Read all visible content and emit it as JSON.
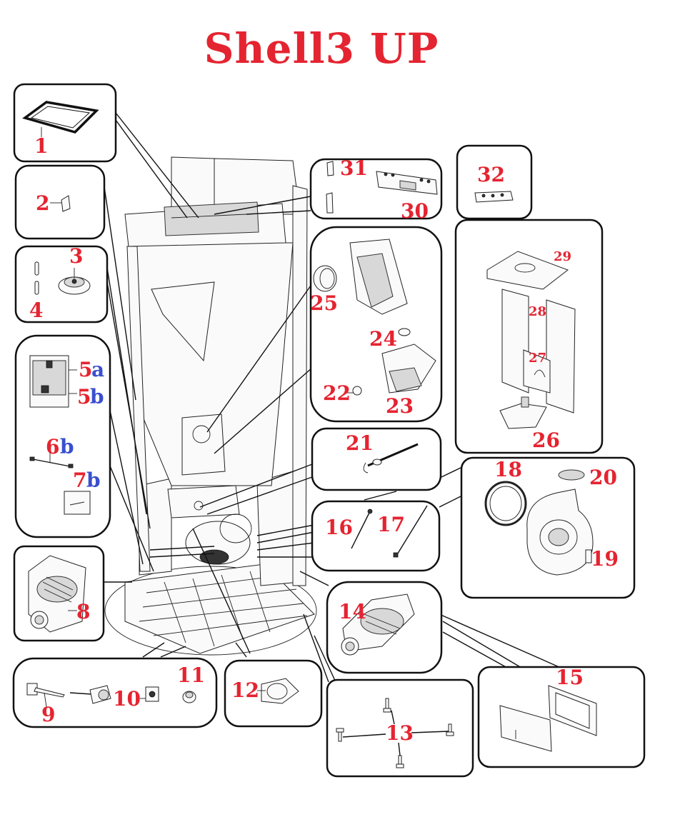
{
  "title": "Shell3 UP",
  "colors": {
    "label_red": "#e52431",
    "label_blue": "#3a4fcf",
    "line": "#111111"
  },
  "labels": {
    "l1": "1",
    "l2": "2",
    "l3": "3",
    "l4": "4",
    "l5a_num": "5",
    "l5a_suf": "a",
    "l5b_num": "5",
    "l5b_suf": "b",
    "l6b_num": "6",
    "l6b_suf": "b",
    "l7b_num": "7",
    "l7b_suf": "b",
    "l8": "8",
    "l9": "9",
    "l10": "10",
    "l11": "11",
    "l12": "12",
    "l13": "13",
    "l14": "14",
    "l15": "15",
    "l16": "16",
    "l17": "17",
    "l18": "18",
    "l19": "19",
    "l20": "20",
    "l21": "21",
    "l22": "22",
    "l23": "23",
    "l24": "24",
    "l25": "25",
    "l26": "26",
    "l27": "27",
    "l28": "28",
    "l29": "29",
    "l30": "30",
    "l31": "31",
    "l32": "32"
  }
}
